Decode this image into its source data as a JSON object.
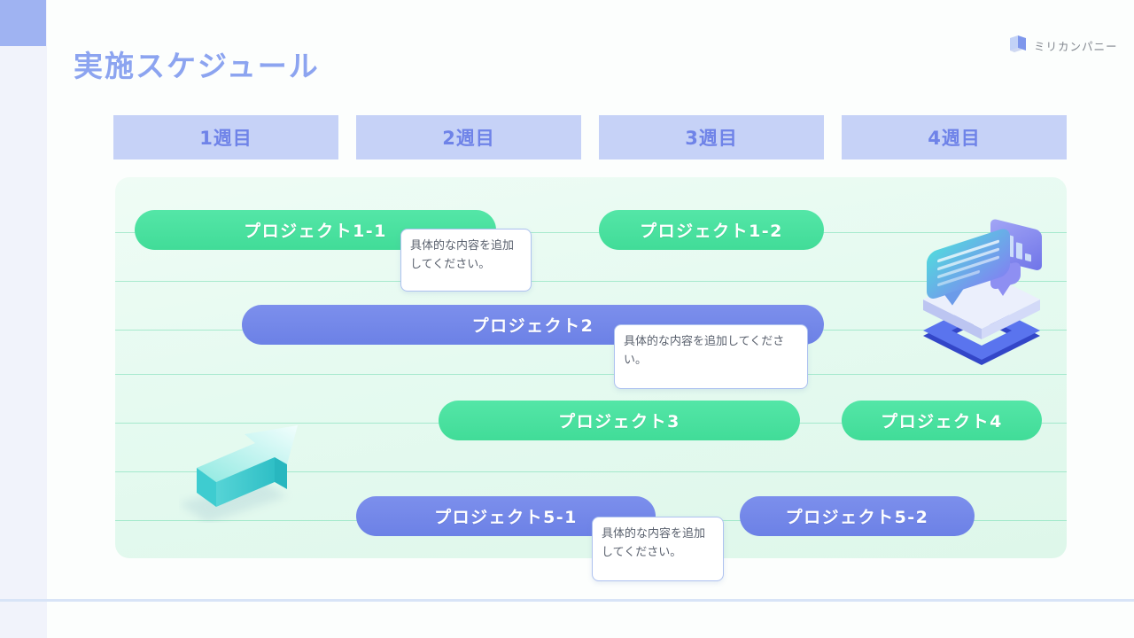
{
  "slide": {
    "title": "実施スケジュール",
    "logo": {
      "company": "ミリカンパニー",
      "icon": "book-3d-icon"
    },
    "week_headers": [
      {
        "label": "1週目"
      },
      {
        "label": "2週目"
      },
      {
        "label": "3週目"
      },
      {
        "label": "4週目"
      }
    ],
    "schedule": {
      "type": "gantt",
      "bars": [
        {
          "label": "プロジェクト1-1",
          "color": "green",
          "row": 1,
          "weeks": "1-2"
        },
        {
          "label": "プロジェクト1-2",
          "color": "green",
          "row": 1,
          "weeks": "3"
        },
        {
          "label": "プロジェクト2",
          "color": "blue",
          "row": 2,
          "weeks": "1-3"
        },
        {
          "label": "プロジェクト3",
          "color": "green",
          "row": 3,
          "weeks": "2-3"
        },
        {
          "label": "プロジェクト4",
          "color": "green",
          "row": 3,
          "weeks": "4"
        },
        {
          "label": "プロジェクト5-1",
          "color": "blue",
          "row": 4,
          "weeks": "2"
        },
        {
          "label": "プロジェクト5-2",
          "color": "blue",
          "row": 4,
          "weeks": "3-4"
        }
      ],
      "notes": [
        {
          "text": "具体的な内容を追加してください。"
        },
        {
          "text": "具体的な内容を追加してください。"
        },
        {
          "text": "具体的な内容を追加してください。"
        }
      ]
    },
    "colors": {
      "accent_green": "#49E19F",
      "accent_blue": "#7387E8",
      "title_text": "#8CA4F0",
      "week_box_bg": "#C6D2F7",
      "week_box_text": "#6F83E8",
      "panel_bg": "#E7FAF0",
      "panel_line": "#60D7A8",
      "note_border": "#AEC2F0",
      "corner_square": "#9FB3F2",
      "left_rail": "#F1F3FB"
    },
    "icons": [
      {
        "name": "arrow-3d-icon"
      },
      {
        "name": "chat-analytics-3d-icon"
      },
      {
        "name": "company-logo-icon"
      }
    ]
  }
}
